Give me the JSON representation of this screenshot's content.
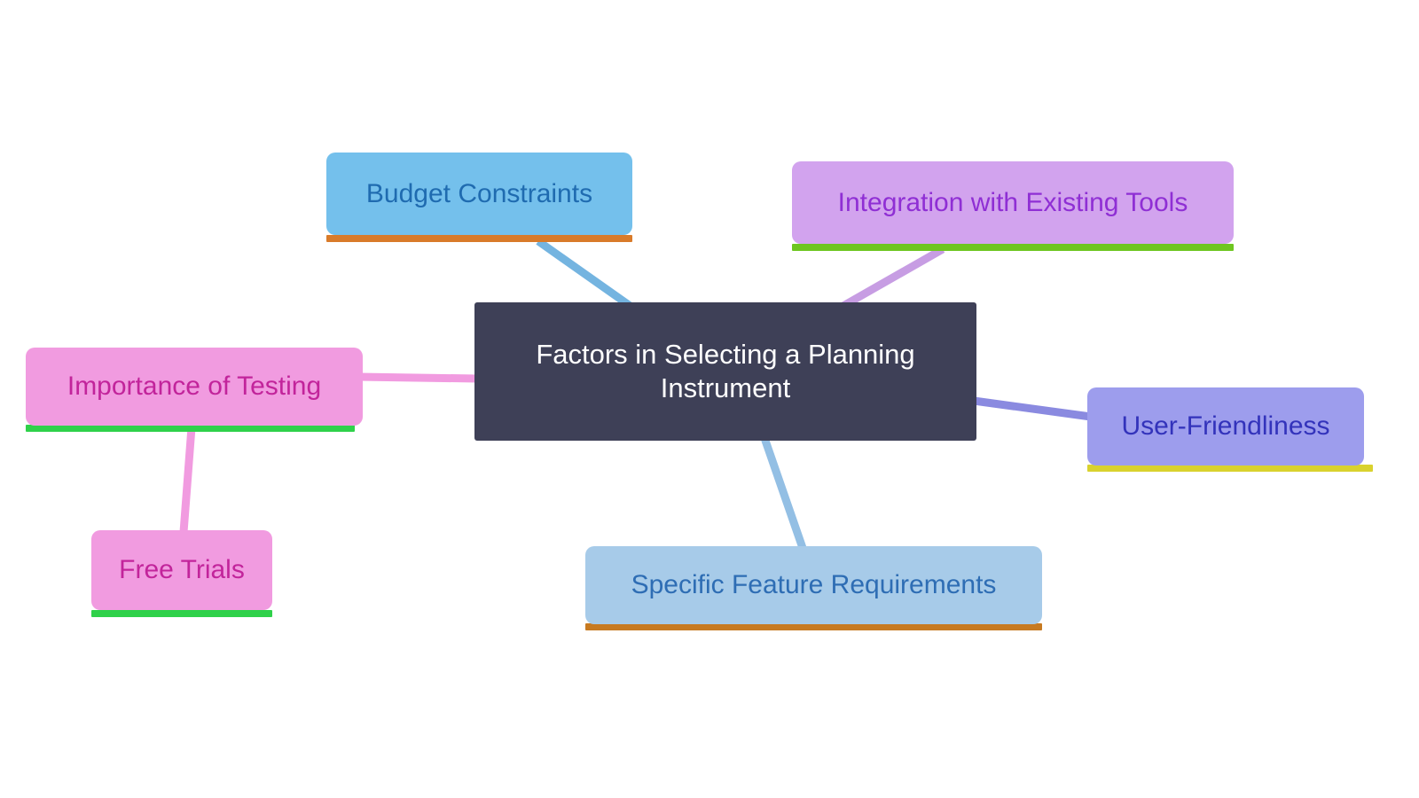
{
  "diagram": {
    "title": "Factors in Selecting a Planning Instrument",
    "type": "mindmap",
    "background": "#ffffff",
    "root": {
      "id": "root",
      "label": "Factors in Selecting a Planning Instrument",
      "fill": "#3e4057",
      "text_color": "#ffffff"
    },
    "nodes": [
      {
        "id": "budget",
        "label": "Budget Constraints",
        "fill": "#74c0ec",
        "text_color": "#1f6bb0",
        "underline_color": "#d97b2a",
        "parent": "root"
      },
      {
        "id": "integration",
        "label": "Integration with Existing Tools",
        "fill": "#d2a3ee",
        "text_color": "#8f2fd4",
        "underline_color": "#6ec620",
        "parent": "root"
      },
      {
        "id": "testing",
        "label": "Importance of Testing",
        "fill": "#f19be0",
        "text_color": "#c2249b",
        "underline_color": "#2fd14a",
        "parent": "root"
      },
      {
        "id": "freetrials",
        "label": "Free Trials",
        "fill": "#f19be0",
        "text_color": "#c2249b",
        "underline_color": "#2fd14a",
        "parent": "testing"
      },
      {
        "id": "feature",
        "label": "Specific Feature Requirements",
        "fill": "#a7cbe9",
        "text_color": "#2e6db4",
        "underline_color": "#c77a21",
        "parent": "root"
      },
      {
        "id": "usability",
        "label": "User-Friendliness",
        "fill": "#9d9ded",
        "text_color": "#3333bb",
        "underline_color": "#d9d22e",
        "parent": "root"
      }
    ],
    "edges": [
      {
        "from": "budget",
        "to": "root",
        "color": "#74b4e0"
      },
      {
        "from": "integration",
        "to": "root",
        "color": "#c79de3"
      },
      {
        "from": "testing",
        "to": "root",
        "color": "#f19be0"
      },
      {
        "from": "testing",
        "to": "freetrials",
        "color": "#f19be0"
      },
      {
        "from": "root",
        "to": "feature",
        "color": "#93bfe4"
      },
      {
        "from": "root",
        "to": "usability",
        "color": "#8a8ae0"
      }
    ]
  }
}
